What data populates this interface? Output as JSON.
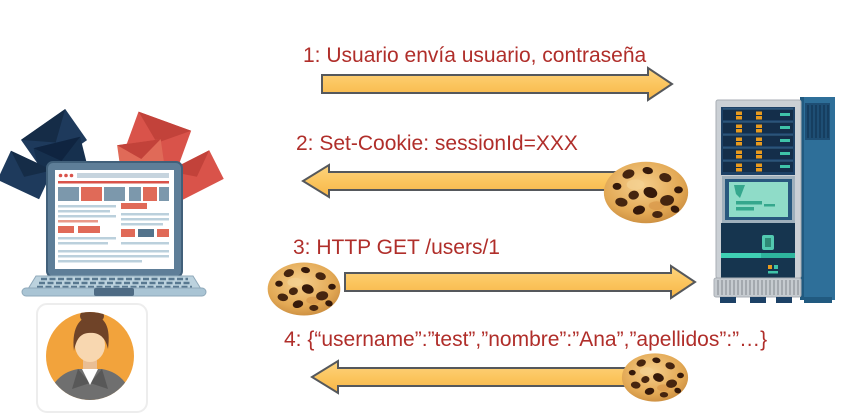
{
  "diagram": {
    "type": "sequence-cookie-flow",
    "actors": [
      {
        "id": "client",
        "illustration": "laptop-with-flying-envelopes"
      },
      {
        "id": "user",
        "illustration": "woman-avatar-in-orange-circle"
      },
      {
        "id": "server",
        "illustration": "blue-server-tower"
      }
    ],
    "messages": [
      {
        "step": 1,
        "label": "1: Usuario envía usuario, contraseña",
        "direction": "right",
        "has_cookie": false,
        "cookie_position": null
      },
      {
        "step": 2,
        "label": "2: Set-Cookie: sessionId=XXX",
        "direction": "left",
        "has_cookie": true,
        "cookie_position": "right-end"
      },
      {
        "step": 3,
        "label": "3: HTTP GET /users/1",
        "direction": "right",
        "has_cookie": true,
        "cookie_position": "left-end"
      },
      {
        "step": 4,
        "label": "4: {“username”:”test”,”nombre”:”Ana”,”apellidos”:”…}",
        "direction": "left",
        "has_cookie": true,
        "cookie_position": "right-end"
      }
    ],
    "colors": {
      "message_text": "#B02E2A",
      "arrow_fill": "#FBC45C",
      "arrow_outline": "#55585C",
      "cookie_base": "#E3A955",
      "cookie_chip": "#46250F",
      "envelope_navy": "#1E3A5C",
      "envelope_red": "#D9534A",
      "laptop_bezel": "#5E7E98",
      "avatar_circle": "#F2A33C",
      "server_blue": "#2E6F99",
      "server_screen_teal": "#8FDCC8"
    }
  }
}
